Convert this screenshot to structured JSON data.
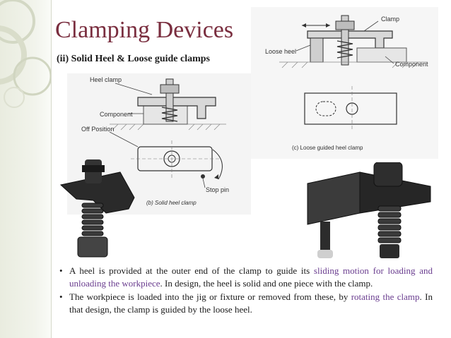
{
  "slide": {
    "title": "Clamping Devices",
    "subtitle": "(ii) Solid Heel & Loose guide clamps"
  },
  "figures": {
    "solid_heel": {
      "labels": {
        "heel_clamp": "Heel clamp",
        "component": "Component",
        "off_position": "Off Position",
        "stop_pin": "Stop pin",
        "caption": "(b) Solid heel clamp"
      }
    },
    "loose_heel": {
      "labels": {
        "clamp": "Clamp",
        "loose_heel": "Loose heel",
        "component": "Component",
        "caption": "(c) Loose guided heel clamp"
      }
    }
  },
  "bullets": [
    {
      "part1": "A heel is provided at the outer end of the clamp to guide its ",
      "highlight": "sliding motion for loading and unloading the workpiece",
      "part2": ". In design, the heel is solid and one piece with the clamp."
    },
    {
      "part1": "The workpiece is loaded into the jig or fixture or removed from these, by ",
      "highlight": "rotating the clamp",
      "part2": ". In that design, the clamp is guided by the loose heel."
    }
  ],
  "colors": {
    "title": "#7a2e3f",
    "highlight": "#6a3d8f",
    "band": "#e9ecdf"
  }
}
